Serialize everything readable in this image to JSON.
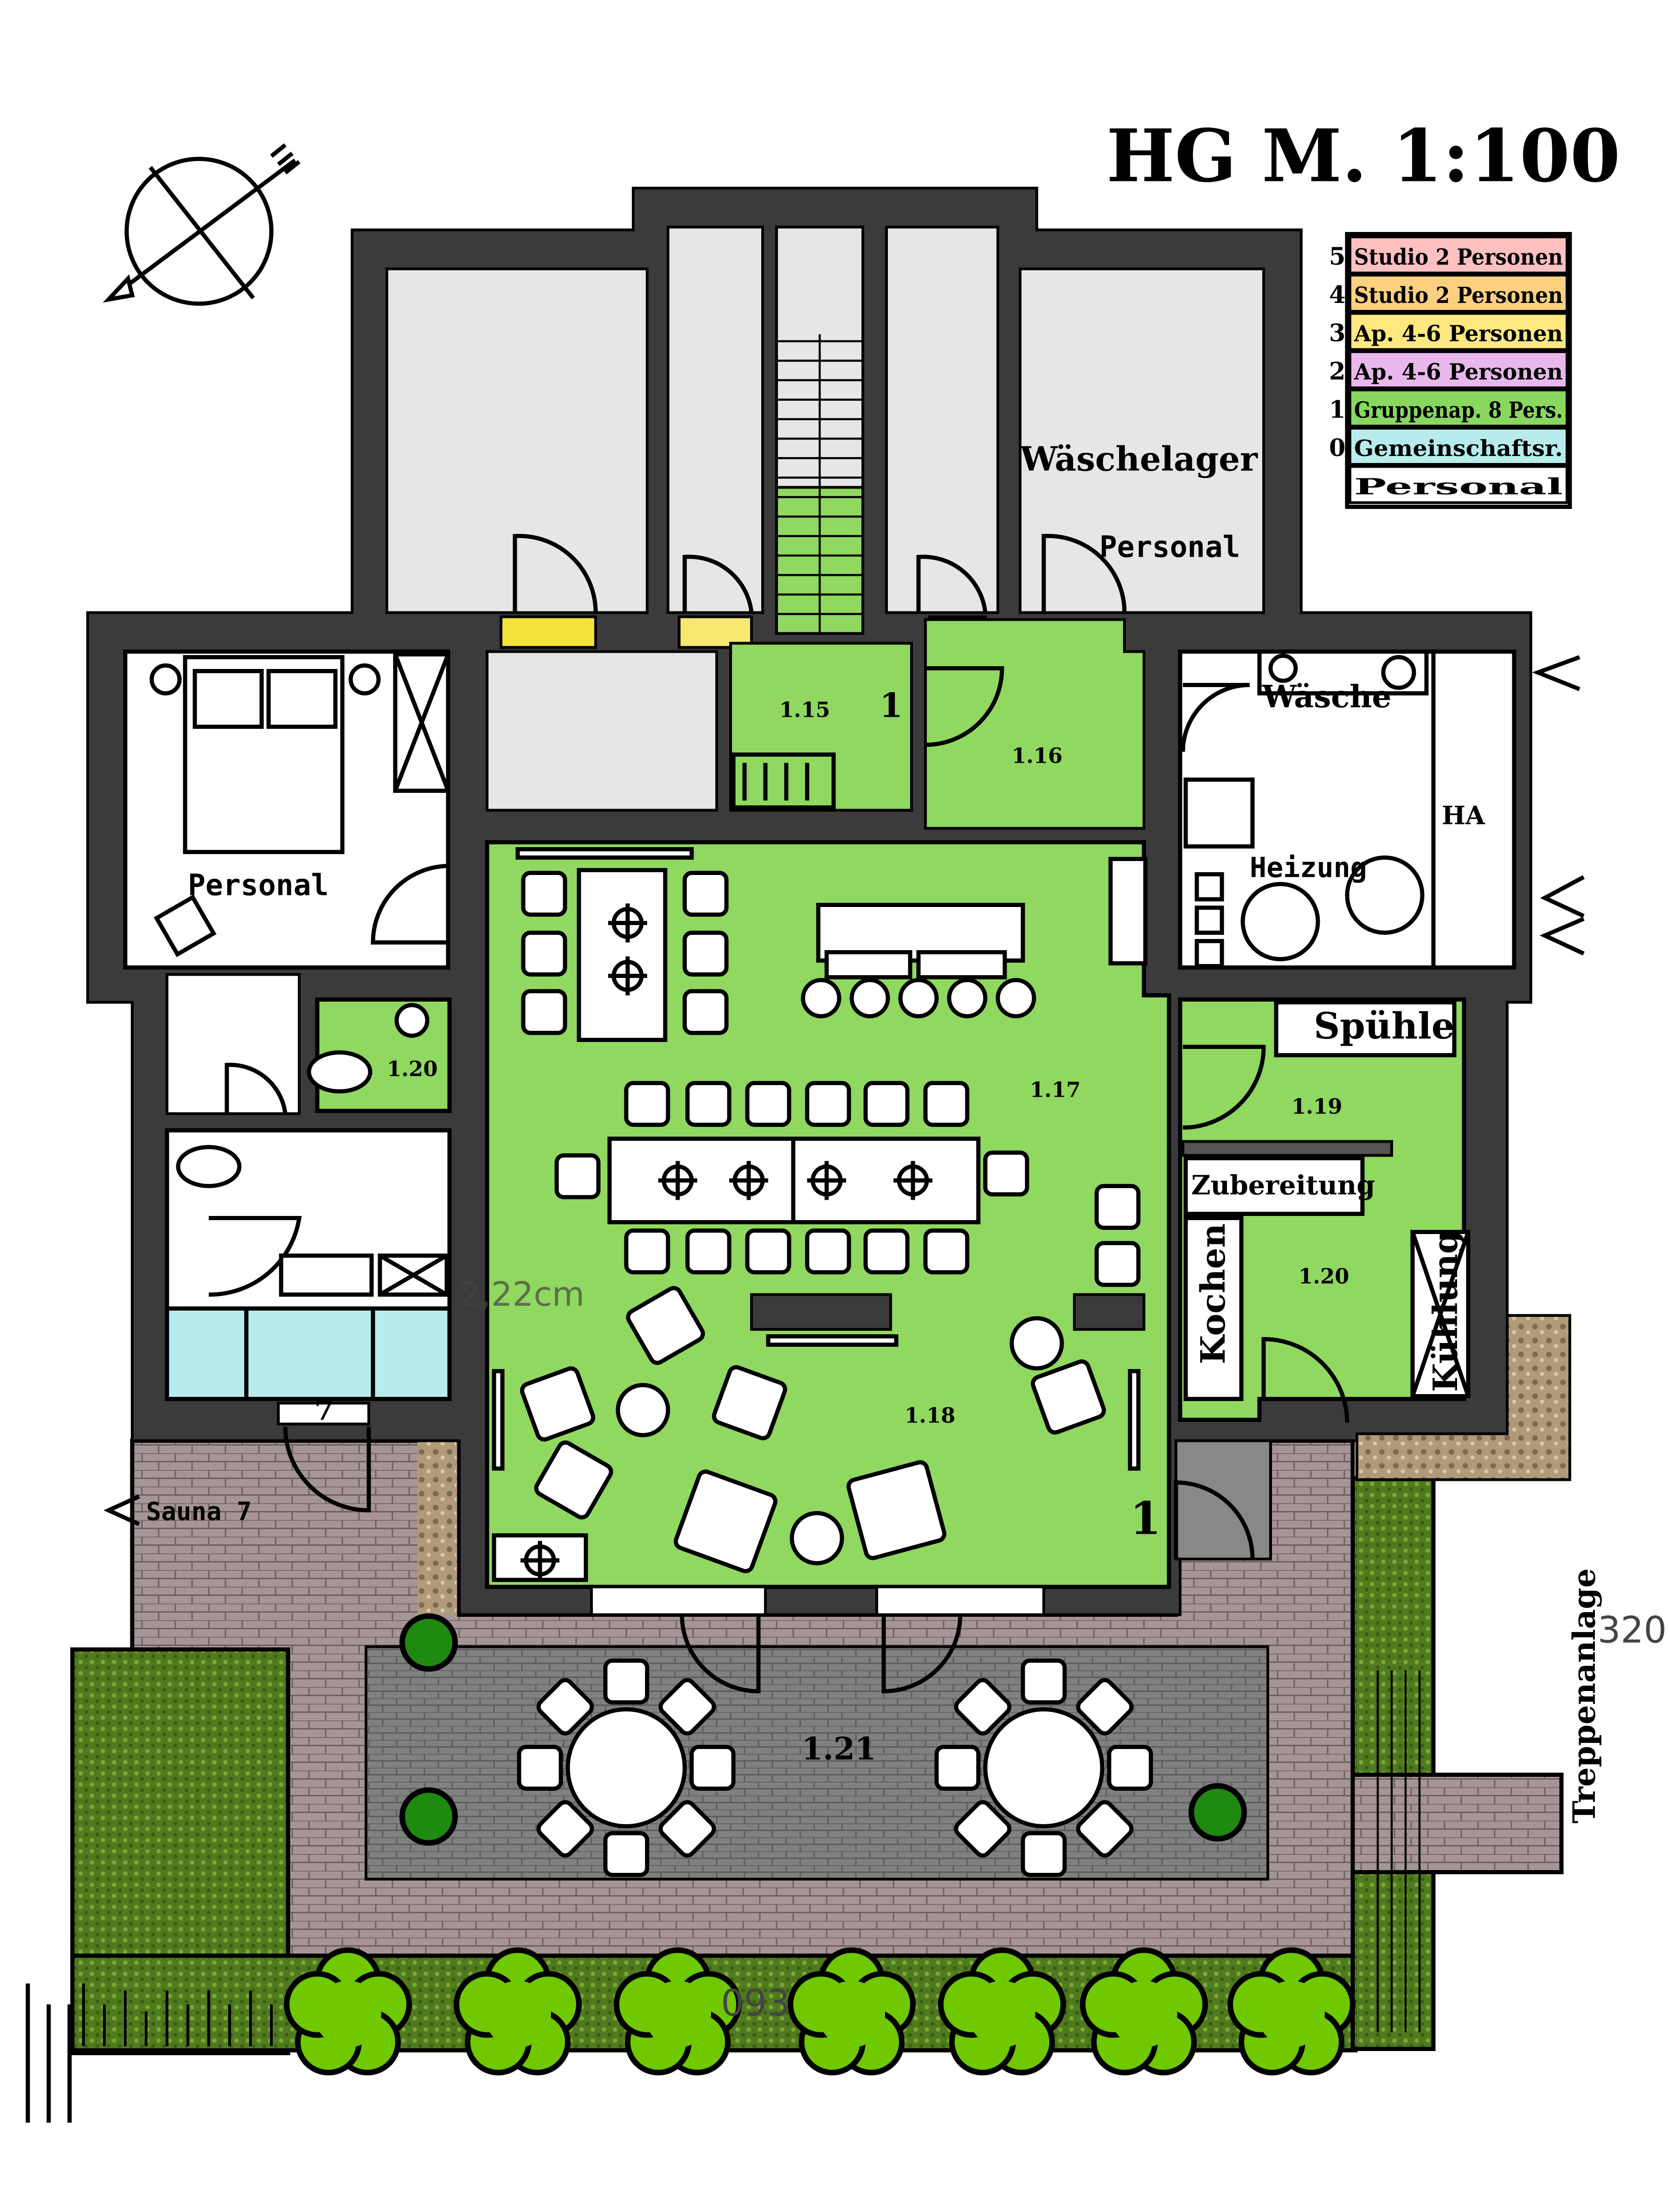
{
  "title": "HG   M. 1:100",
  "colors": {
    "wall": "#3b3b3b",
    "community": "#90d860",
    "storage": "#e6e6e6",
    "sanitary": "#b8ecec",
    "terrace_brick": "#9a8a8c",
    "terrace_stone": "#7c7c7c",
    "grass": "#4f7a1e",
    "tree": "#70c800",
    "door_yellow": "#f5e23a"
  },
  "legend": [
    {
      "num": "5",
      "label": "Studio 2 Personen",
      "color": "#ffc0c0"
    },
    {
      "num": "4",
      "label": "Studio 2 Personen",
      "color": "#ffd080"
    },
    {
      "num": "3",
      "label": "Ap. 4-6 Personen",
      "color": "#ffe880"
    },
    {
      "num": "2",
      "label": "Ap. 4-6 Personen",
      "color": "#e8b8ec"
    },
    {
      "num": "1",
      "label": "Gruppenap. 8 Pers.",
      "color": "#88d860"
    },
    {
      "num": "0",
      "label": "Gemeinschaftsr.",
      "color": "#b8ecec"
    },
    {
      "num": "",
      "label": "Personal",
      "color": "#ffffff"
    }
  ],
  "rooms": {
    "waeschelager": "Wäschelager",
    "personal_top": "Personal",
    "personal_left": "Personal",
    "r115": "1.15",
    "r115_mark": "1",
    "r116": "1.16",
    "waesche": "Wäsche",
    "ha": "HA",
    "heizung": "Heizung",
    "spuehle": "Spühle",
    "r119": "1.19",
    "zubereitung": "Zubereitung",
    "kochen": "Kochen",
    "r120": "1.20",
    "kuehlung": "Kühlung",
    "r117": "1.17",
    "r118": "1.18",
    "r120_wc": "1.20",
    "sauna": "Sauna 7",
    "sauna_mark": "7",
    "hall_mark": "1",
    "r121": "1.21",
    "treppenanlage": "Treppenanlage"
  },
  "dimensions": {
    "wall_dim": "2,22cm",
    "right_dim": "320",
    "bottom_dim": "093"
  }
}
